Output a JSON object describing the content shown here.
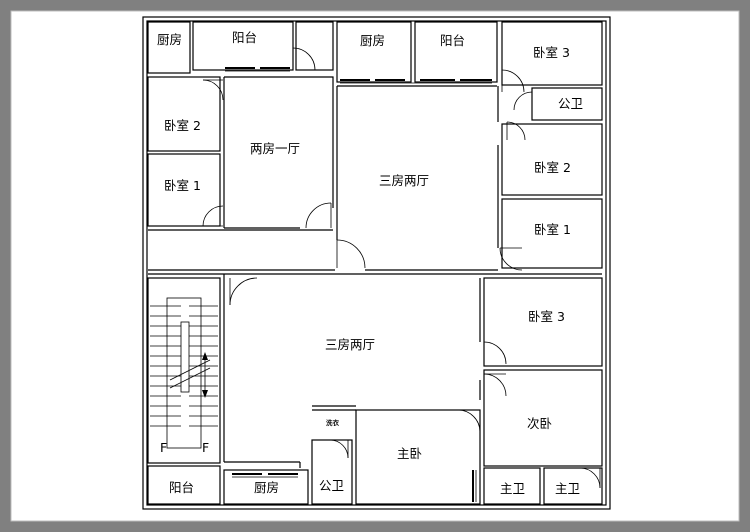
{
  "plan": {
    "rooms": {
      "kitchen_tl": "厨房",
      "balcony_tl": "阳台",
      "kitchen_tm": "厨房",
      "balcony_tm": "阳台",
      "bedroom3_tr": "卧室 3",
      "public_bath_tr": "公卫",
      "bedroom2_left": "卧室 2",
      "bedroom1_left": "卧室 1",
      "two_bed_one_hall": "两房一厅",
      "three_bed_two_hall_top": "三房两厅",
      "bedroom2_right": "卧室 2",
      "bedroom1_right": "卧室 1",
      "bedroom3_mid": "卧室 3",
      "three_bed_two_hall_bottom": "三房两厅",
      "second_bedroom": "次卧",
      "wash": "洗衣",
      "master_bedroom": "主卧",
      "master_bath_1": "主卫",
      "master_bath_2": "主卫",
      "balcony_bl": "阳台",
      "kitchen_bl": "厨房",
      "public_bath_bl": "公卫"
    },
    "stair_marks": {
      "up": "F",
      "down": "F"
    }
  }
}
